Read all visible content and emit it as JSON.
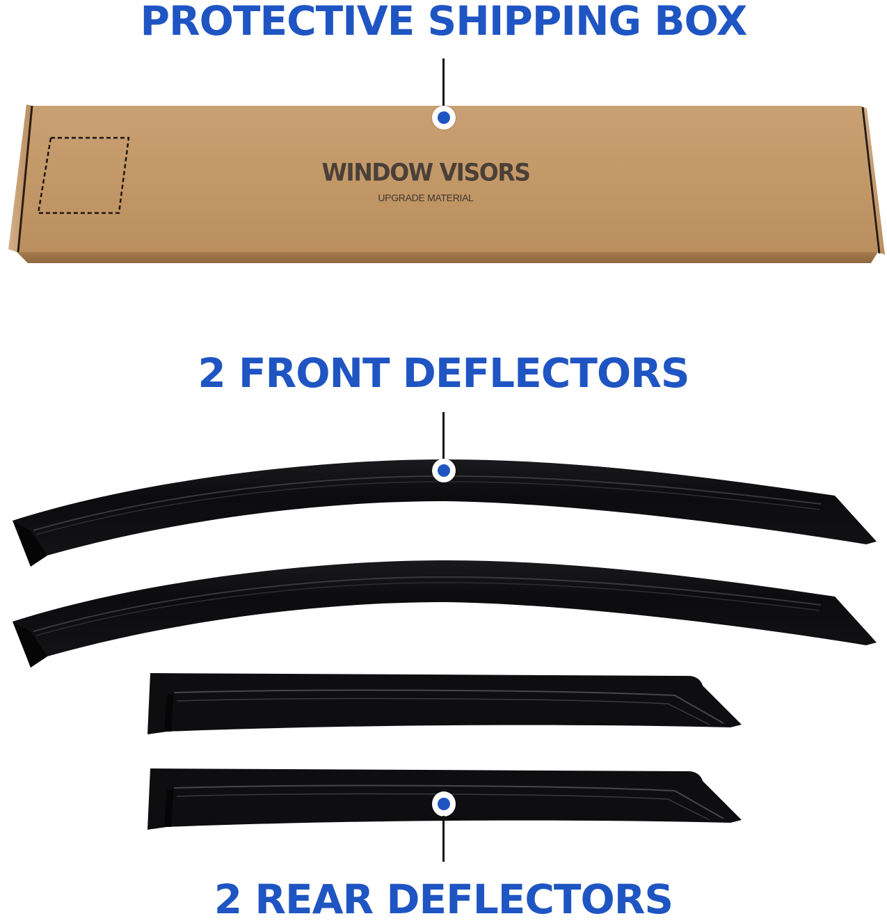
{
  "sections": {
    "shipping_box": {
      "label": "PROTECTIVE SHIPPING BOX",
      "box_print": {
        "title": "WINDOW VISORS",
        "subtitle": "UPGRADE MATERIAL"
      }
    },
    "front_deflectors": {
      "label": "2 FRONT DEFLECTORS",
      "count": 2
    },
    "rear_deflectors": {
      "label": "2 REAR DEFLECTORS",
      "count": 2
    }
  },
  "colors": {
    "heading_blue": "#1f55c2",
    "marker_blue": "#1f55c2",
    "kraft_box": "#c49a6c",
    "visor_black": "#0d0d0f",
    "leader_line": "#111111"
  },
  "icons": {
    "callout_marker": "blue-dot-in-white-circle"
  }
}
